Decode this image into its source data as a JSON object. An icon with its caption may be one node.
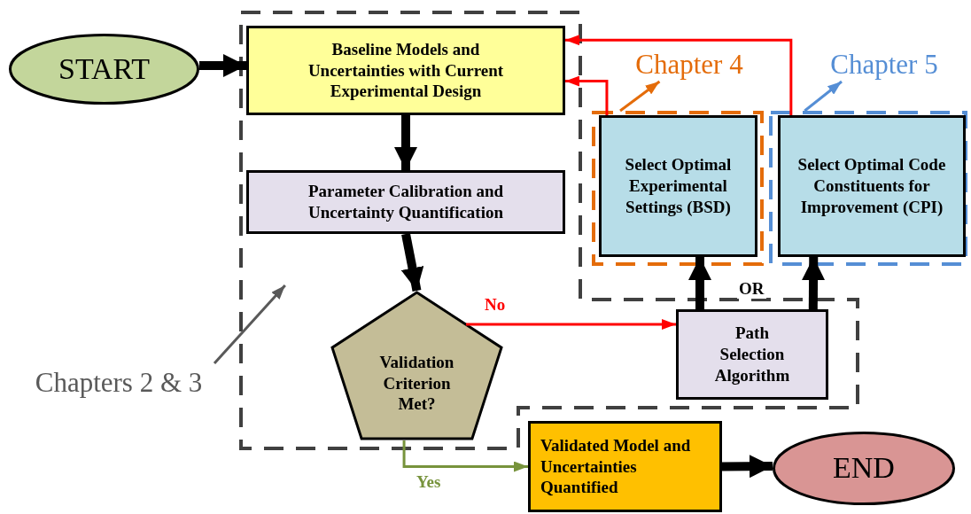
{
  "diagram": {
    "nodes": [
      {
        "text": [
          "START"
        ]
      },
      {
        "text": [],
        "shape": "box"
      },
      {
        "text": [
          "Baseline Models and Uncertainties with Current Experimental Design"
        ],
        "in": 1
      },
      {
        "text": [
          "Parameter Calibration and Uncertainty Quantification"
        ],
        "in": 1
      },
      {
        "text": [
          "Validation Criterion Met?"
        ],
        "in": 1
      },
      {
        "text": [
          "Path Selection Algorithm"
        ],
        "in": 1
      },
      {
        "text": [],
        "shape": "box"
      },
      {
        "text": [
          "Select Optimal Experimental Settings (BSD)"
        ],
        "in": 6
      },
      {
        "text": [],
        "shape": "box"
      },
      {
        "text": [
          "Select Optimal Code Constituents for Improvement (CPI)"
        ],
        "in": 8
      },
      {
        "text": [
          "Validated Model and Uncertainties Quantified"
        ]
      },
      {
        "text": [
          "END"
        ]
      },
      {
        "text": [
          "Chapter 4"
        ]
      },
      {
        "text": [
          "Chapter 5"
        ]
      },
      {
        "text": [
          "Chapters 2 & 3"
        ]
      }
    ],
    "edges": [
      {
        "from": 0,
        "to": 2,
        "arrow": "to",
        "style": "thick"
      },
      {
        "from": 2,
        "to": 3,
        "arrow": "to",
        "style": "thick"
      },
      {
        "from": 3,
        "to": 4,
        "arrow": "to",
        "style": "thick"
      },
      {
        "from": 4,
        "to": 5,
        "arrow": "to",
        "label": "No",
        "color": "#ff0000"
      },
      {
        "from": 4,
        "to": 10,
        "arrow": "to",
        "label": "Yes",
        "color": "#77933c"
      },
      {
        "from": 5,
        "to": 7,
        "arrow": "to",
        "style": "thick"
      },
      {
        "from": 5,
        "to": 9,
        "arrow": "to",
        "style": "thick"
      },
      {
        "from": 7,
        "to": 2,
        "arrow": "to",
        "color": "#ff0000"
      },
      {
        "from": 9,
        "to": 2,
        "arrow": "to",
        "color": "#ff0000"
      },
      {
        "from": 6,
        "to": 12,
        "arrow": "to",
        "color": "#e46c0a"
      },
      {
        "from": 8,
        "to": 13,
        "arrow": "to",
        "color": "#558ed5"
      },
      {
        "from": 14,
        "to": 1,
        "arrow": "to",
        "color": "#595959"
      },
      {
        "from": 10,
        "to": 11,
        "arrow": "to",
        "style": "thick"
      }
    ],
    "labels": [
      "OR"
    ]
  }
}
